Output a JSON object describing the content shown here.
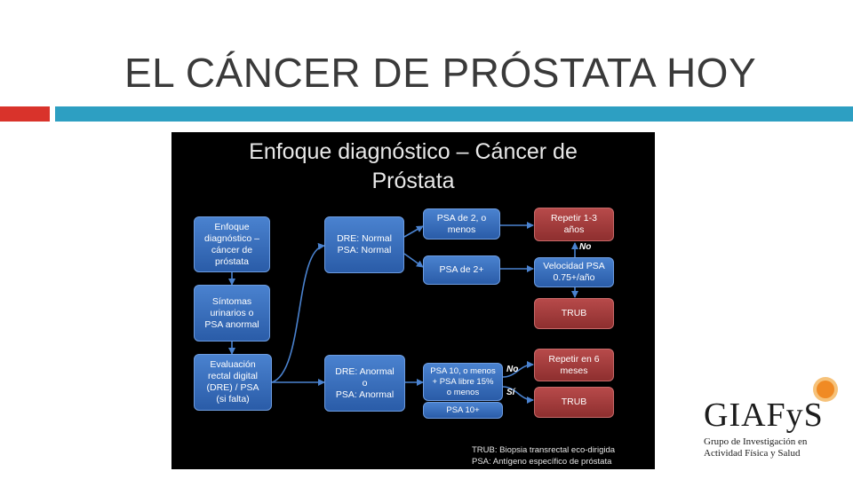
{
  "slide": {
    "title": "EL CÁNCER DE PRÓSTATA HOY"
  },
  "diagram": {
    "title_line1": "Enfoque diagnóstico – Cáncer de",
    "title_line2": "Próstata",
    "nodes": {
      "enfoque": "Enfoque\ndiagnóstico –\ncáncer de\npróstata",
      "sintomas": "Síntomas\nurinarios o\nPSA anormal",
      "evaluacion": "Evaluación\nrectal digital\n(DRE) / PSA\n(si falta)",
      "dre_normal": "DRE: Normal\nPSA: Normal",
      "dre_anormal": "DRE: Anormal\no\nPSA: Anormal",
      "psa_2_menos": "PSA de 2, o\nmenos",
      "psa_2_mas": "PSA de 2+",
      "psa_10_menos": "PSA 10, o menos\n+ PSA libre 15%\no menos",
      "psa_10_mas": "PSA 10+",
      "repetir_1_3": "Repetir 1-3\naños",
      "velocidad_psa": "Velocidad PSA\n0.75+/año",
      "trub_top": "TRUB",
      "repetir_6": "Repetir en 6\nmeses",
      "trub_bottom": "TRUB"
    },
    "edge_labels": {
      "no_top": "No",
      "no_bottom": "No",
      "si": "Sí"
    },
    "legend": {
      "line1": "TRUB: Biopsia transrectal eco-dirigida",
      "line2": "PSA: Antígeno específico de próstata"
    },
    "colors": {
      "background": "#000000",
      "node_blue": "#3a6fbf",
      "node_red": "#a33d3d",
      "arrow": "#4a82cf"
    }
  },
  "logo": {
    "name": "GIAFyS",
    "subtitle_line1": "Grupo de Investigación en",
    "subtitle_line2": "Actividad Física y Salud"
  },
  "accents": {
    "red_bar": "#d9332b",
    "blue_bar": "#2d9fc2",
    "logo_orange": "#f08a24"
  }
}
